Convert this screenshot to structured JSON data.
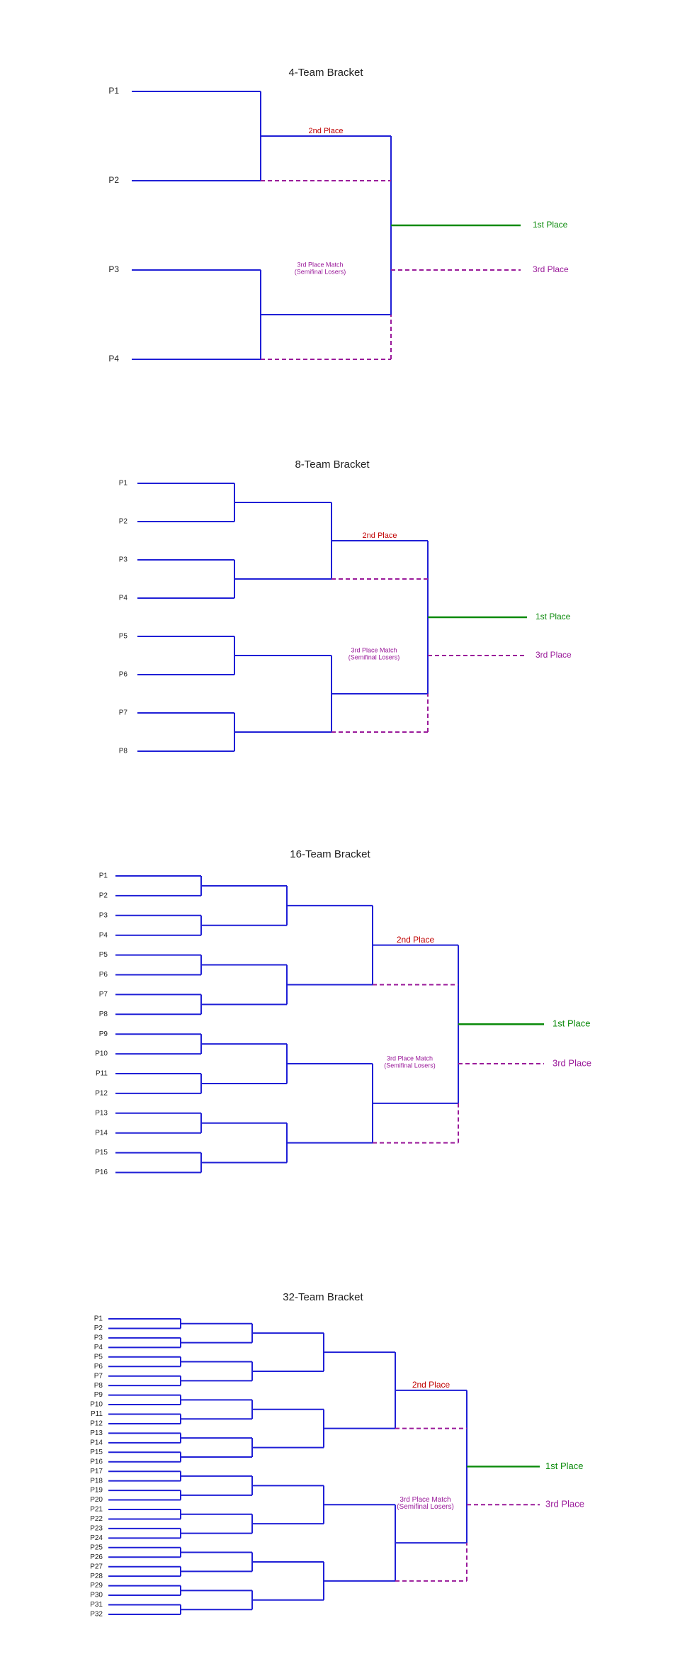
{
  "colors": {
    "line": "#1f1fd6",
    "loser_path": "#9a1a9a",
    "first_place": "#0a8a0a",
    "second_place": "#c00000",
    "third_place": "#9a1a9a",
    "text": "#222222"
  },
  "brackets": [
    {
      "title": "4-Team Bracket",
      "teams": [
        "P1",
        "P2",
        "P3",
        "P4"
      ],
      "labels": {
        "second_place": "2nd Place",
        "first_place": "1st Place",
        "third_place": "3rd Place",
        "third_match_line1": "3rd Place Match",
        "third_match_line2": "(Semifinal Losers)"
      }
    },
    {
      "title": "8-Team Bracket",
      "teams": [
        "P1",
        "P2",
        "P3",
        "P4",
        "P5",
        "P6",
        "P7",
        "P8"
      ],
      "labels": {
        "second_place": "2nd Place",
        "first_place": "1st Place",
        "third_place": "3rd Place",
        "third_match_line1": "3rd Place Match",
        "third_match_line2": "(Semifinal Losers)"
      }
    },
    {
      "title": "16-Team Bracket",
      "teams": [
        "P1",
        "P2",
        "P3",
        "P4",
        "P5",
        "P6",
        "P7",
        "P8",
        "P9",
        "P10",
        "P11",
        "P12",
        "P13",
        "P14",
        "P15",
        "P16"
      ],
      "labels": {
        "second_place": "2nd Place",
        "first_place": "1st Place",
        "third_place": "3rd Place",
        "third_match_line1": "3rd Place Match",
        "third_match_line2": "(Semifinal Losers)"
      }
    },
    {
      "title": "32-Team Bracket",
      "teams": [
        "P1",
        "P2",
        "P3",
        "P4",
        "P5",
        "P6",
        "P7",
        "P8",
        "P9",
        "P10",
        "P11",
        "P12",
        "P13",
        "P14",
        "P15",
        "P16",
        "P17",
        "P18",
        "P19",
        "P20",
        "P21",
        "P22",
        "P23",
        "P24",
        "P25",
        "P26",
        "P27",
        "P28",
        "P29",
        "P30",
        "P31",
        "P32"
      ],
      "labels": {
        "second_place": "2nd Place",
        "first_place": "1st Place",
        "third_place": "3rd Place",
        "third_match_line1": "3rd Place Match",
        "third_match_line2": "(Semifinal Losers)"
      }
    }
  ]
}
